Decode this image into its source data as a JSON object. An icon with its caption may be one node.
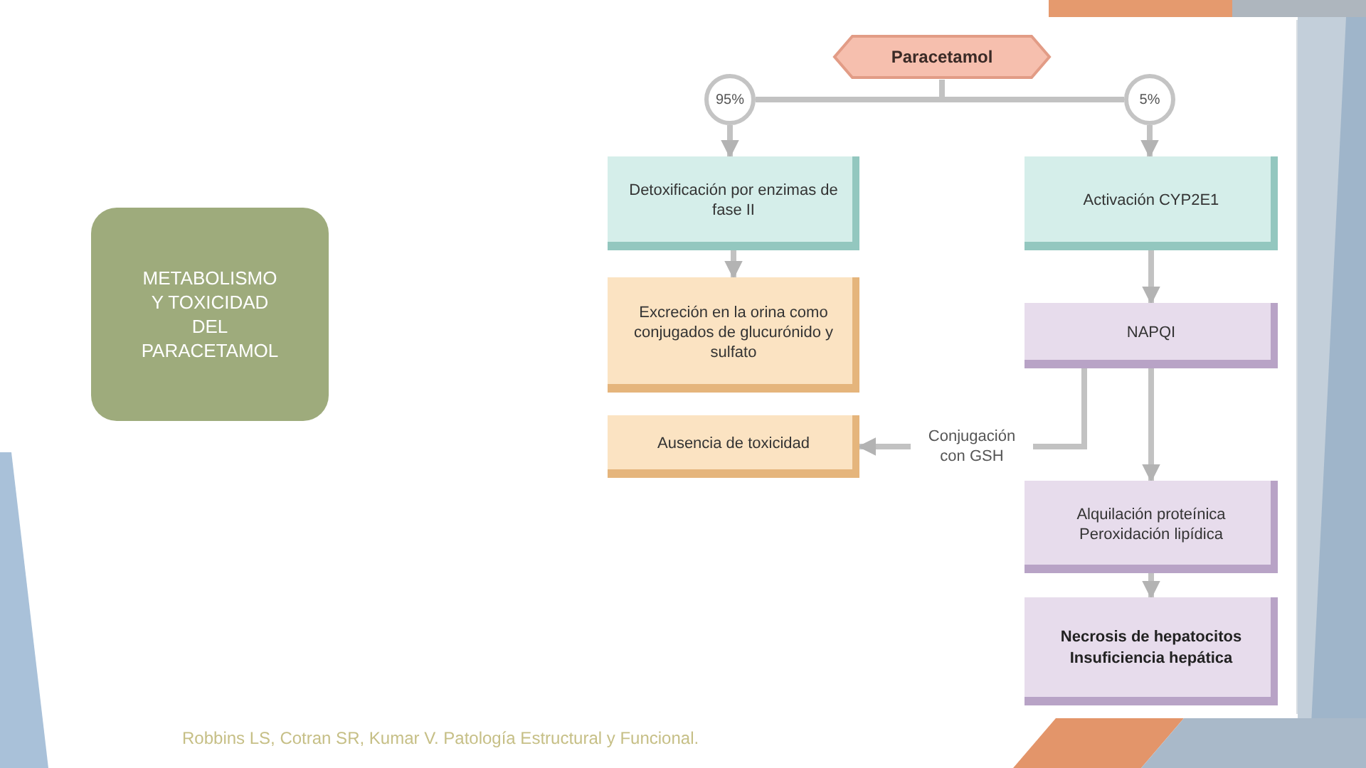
{
  "diagram": {
    "nodes": [
      {
        "text": [
          "METABOLISMO Y TOXICIDAD DEL PARACETAMOL"
        ]
      },
      {
        "text": [
          "Paracetamol"
        ]
      },
      {
        "text": [
          "95%"
        ]
      },
      {
        "text": [
          "5%"
        ]
      },
      {
        "text": [
          "Detoxificación por enzimas de fase II"
        ]
      },
      {
        "text": [
          "Activación CYP2E1"
        ]
      },
      {
        "text": [
          "Excreción en la orina como conjugados de glucurónido y sulfato"
        ]
      },
      {
        "text": [
          "NAPQI"
        ]
      },
      {
        "text": [
          "Ausencia de toxicidad"
        ]
      },
      {
        "text": [
          "Alquilación proteínica Peroxidación lipídica"
        ]
      },
      {
        "text": [
          "Necrosis de hepatocitos Insuficiencia hepática"
        ]
      }
    ],
    "edges": [
      {
        "from": 1,
        "to": 2,
        "arrow": "none"
      },
      {
        "from": 1,
        "to": 3,
        "arrow": "none"
      },
      {
        "from": 2,
        "to": 4,
        "arrow": "to"
      },
      {
        "from": 3,
        "to": 5,
        "arrow": "to"
      },
      {
        "from": 4,
        "to": 6,
        "arrow": "to"
      },
      {
        "from": 5,
        "to": 7,
        "arrow": "to"
      },
      {
        "from": 7,
        "to": 8,
        "arrow": "to",
        "label": "Conjugación con GSH"
      },
      {
        "from": 7,
        "to": 9,
        "arrow": "to"
      },
      {
        "from": 9,
        "to": 10,
        "arrow": "to"
      }
    ],
    "labels": [
      "Robbins LS, Cotran SR, Kumar V. Patología Estructural y Funcional."
    ]
  }
}
